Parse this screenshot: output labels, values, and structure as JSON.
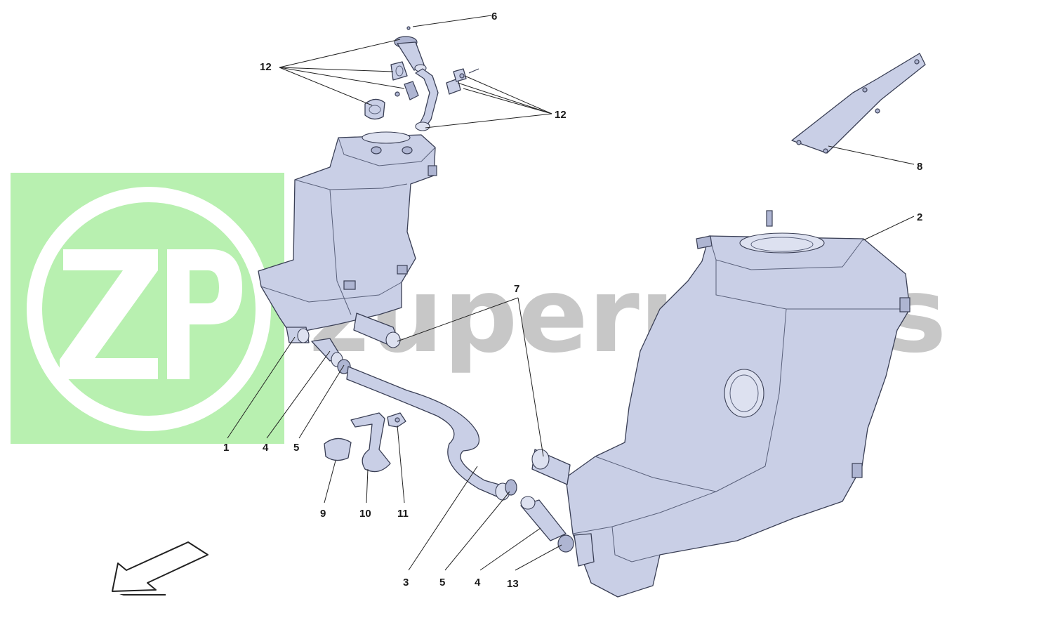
{
  "watermark": {
    "logo_text": "ZP",
    "brand_text": "zuperparts",
    "logo_bg_color": "#b8f0b0"
  },
  "callouts": {
    "c1": "1",
    "c2": "2",
    "c3": "3",
    "c4a": "4",
    "c4b": "4",
    "c5a": "5",
    "c5b": "5",
    "c6": "6",
    "c7": "7",
    "c8": "8",
    "c9": "9",
    "c10": "10",
    "c11": "11",
    "c12a": "12",
    "c12b": "12",
    "c13": "13"
  },
  "colors": {
    "part_fill": "#c9cfe6",
    "part_stroke": "#3a3f55"
  },
  "icons": {
    "direction_arrow": "front-direction-arrow-icon"
  }
}
